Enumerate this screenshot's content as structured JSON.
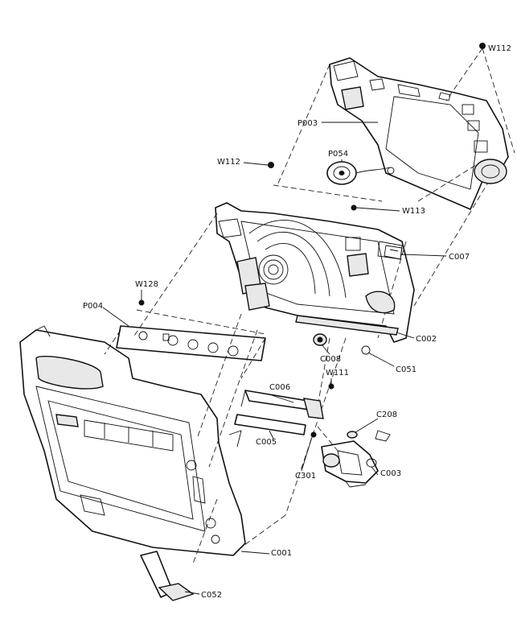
{
  "labels": {
    "w112_top": "W112",
    "p003": "P003",
    "p054": "P054",
    "w112_mid": "W112",
    "w113": "W113",
    "c007": "C007",
    "w128": "W128",
    "p004": "P004",
    "c002": "C002",
    "c008": "C008",
    "c051": "C051",
    "c006": "C006",
    "w111": "W111",
    "c208": "C208",
    "c005": "C005",
    "c301": "C301",
    "c003": "C003",
    "c001": "C001",
    "c052": "C052"
  }
}
